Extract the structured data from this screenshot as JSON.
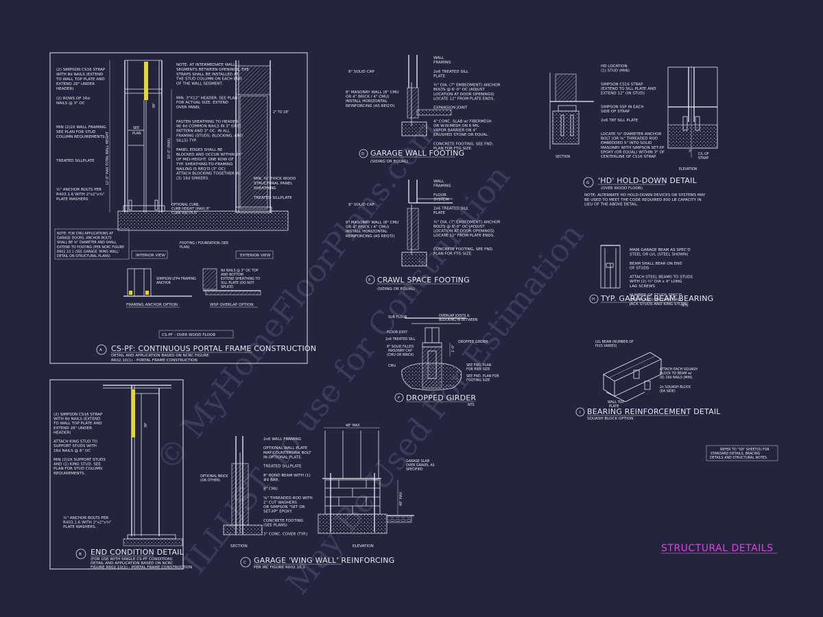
{
  "watermark": {
    "line1": "© MyHomeFloorPlans.com",
    "line2": "ILLUST. to use for Construction",
    "line3": "May Be Used For Estimation"
  },
  "sheet_title": "STRUCTURAL DETAILS",
  "general_note": {
    "line1": "REFER TO \"SD\" SHEET(S) FOR",
    "line2": "STANDARD DETAILS, BRACING",
    "line3": "DETAILS AND STRUCTURAL NOTES."
  },
  "detail_a": {
    "letter": "A",
    "title": "CS-PF: CONTINUOUS PORTAL FRAME CONSTRUCTION",
    "sub1": "DETAIL AND APPLICATION BASED ON NCRC FIGURE",
    "sub2": "R602.10(1) - PORTAL FRAME CONSTRUCTION",
    "view_interior": "INTERIOR VIEW",
    "view_exterior": "EXTERIOR VIEW",
    "opt_framing": "FRAMING ANCHOR OPTION",
    "opt_wsp": "WSP OVERLAP OPTION",
    "opt_caption": "CS-PF - OVER WOOD FLOOR",
    "notes_left": [
      "(2) SIMPSON CS16 STRAP",
      "WITH 8d NAILS (EXTEND",
      "TO WALL TOP PLATE AND",
      "EXTEND 28\" UNDER",
      "HEADER)",
      "",
      "(2) ROWS OF 16d",
      "NAILS @ 3\" OC",
      "",
      "",
      "",
      "",
      "MIN (2)2X WALL FRAMING.",
      "SEE PLAN FOR STUD",
      "COLUMN REQUIREMENTS.",
      "",
      "",
      "",
      "",
      "TREATED SILLPLATE",
      "",
      "",
      "",
      "",
      "",
      "½\" ANCHOR BOLTS PER",
      "R403.1.6 WITH 2\"x2\"x¾\"",
      "PLATE WASHERS"
    ],
    "note_box": [
      "NOTE: FOR CMU APPLICATIONS AT",
      "GARAGE DOORS, ANCHOR BOLTS",
      "SHALL BE ⅝\" DIAMETER AND SHALL",
      "EXTEND TO FOOTING (PER NCRC FIGURE",
      "R602.10.1 (SEE GARAGE 'WING WALL'",
      "DETAIL ON STRUCTURAL PLANS)"
    ],
    "notes_mid": [
      "NOTE: AT INTERMEDIATE WALL",
      "SEGMENTS BETWEEN OPENINGS, THE",
      "STRAPS SHALL BE INSTALLED AT",
      "THE STUD COLUMN ON EACH END",
      "OF THE WALL SEGMENT.",
      "",
      "",
      "MIN. 3\"X12\" HEADER. SEE PLAN",
      "FOR ACTUAL SIZE. EXTEND",
      "OVER PANEL",
      "",
      "",
      "FASTEN SHEATHING TO HEADER",
      "W/ 8d COMMON NAILS IN 3\" GRID",
      "PATTERN AND 3\" OC. IN ALL",
      "FRAMING (STUDS, BLOCKING, AND",
      "SILLS) TYP.",
      "",
      "PANEL EDGES SHALL BE",
      "BLOCKED AND OCCUR WITHIN 24\"",
      "OF MID-HEIGHT. ONE ROW OF",
      "TYP. SHEATHING-TO-FRAMING",
      "NAILING IS REQ'D (3\" OC)",
      "ATTACH BLOCKING TOGETHER W/",
      "(3) 16d SINKERS."
    ],
    "notes_right": [
      "MIN. ⅜\" THICK WOOD",
      "STRUCTURAL PANEL",
      "SHEATHING",
      "",
      "TREATED SILLPLATE"
    ],
    "label_see_plan": "SEE",
    "label_plan": "PLAN",
    "label_wall_height": "12'-0\" MAX TOTAL WALL HEIGHT",
    "label_10ft": "10'-0\" (MAX)",
    "label_2to18": "2\" TO 18\"",
    "label_38": "38\"",
    "label_opt_curb": "OPTIONAL CURB,",
    "label_curb_height": "CURB HEIGHT (MAX) 8\"",
    "label_curb_width": "CURB WIDTH 8\"",
    "label_footing": "FOOTING / FOUNDATION (SEE",
    "label_footing2": "PLAN)",
    "label_lt4": "SIMPSON LTP4 FRAMING",
    "label_lt4b": "ANCHOR",
    "label_8d1": "8d NAILS @ 3\" OC TOP",
    "label_8d2": "AND BOTTOM",
    "label_8d3": "EXTEND SHEATHING TO",
    "label_8d4": "SILL PLATE (DO NOT",
    "label_8d5": "SPLICE)"
  },
  "detail_b": {
    "letter": "B",
    "title": "END CONDITION DETAIL",
    "sub1": "(FOR USE WITH SINGLE CS-PF CONDITION)",
    "sub2": "DETAIL AND APPLICATION BASED ON NCRC",
    "sub3": "FIGURE R602.10(1) - PORTAL FRAME CONSTRUCTION",
    "notes": [
      "(2) SIMPSON CS16 STRAP",
      "WITH 8d NAILS (EXTEND",
      "TO WALL TOP PLATE AND",
      "EXTEND 28\" UNDER",
      "HEADER)",
      "",
      "ATTACH KING STUD TO",
      "SUPPORT STUDS WITH",
      "16d NAILS @ 8\" OC",
      "",
      "MIN (2)2X SUPPORT STUDS",
      "AND (1) KING STUD. SEE",
      "PLAN FOR STUD COLUMN",
      "REQUIREMENTS."
    ],
    "notes_bottom": [
      "½\" ANCHOR BOLTS PER",
      "R403.1.6 WITH 2\"x2\"x¾\"",
      "PLATE WASHERS."
    ],
    "label_38": "38\""
  },
  "detail_c": {
    "letter": "C",
    "title": "GARAGE 'WING WALL' REINFORCING",
    "sub1": "PER IRC FIGURE R602.10.1",
    "label_section": "SECTION",
    "label_elevation": "ELEVATION",
    "label_48max": "48\" MAX",
    "label_48max_v": "48\" MAX",
    "notes": [
      "2x6 WALL FRAMING",
      "",
      "OPTIONAL WALL PLATE",
      "MAY COUNTERSINK BOLT",
      "IN OPTIONAL PLATE.",
      "",
      "TREATED SILLPLATE",
      "",
      "8\" BOND BEAM WITH (1)",
      "#4 BAR.",
      "",
      "8\" CMU",
      "",
      "⅝\" THREADED ROD WITH",
      "2\" CUT WASHERS",
      "OR SIMPSON \"SET OR",
      "SET-XP\" EPOXY.",
      "",
      "CONCRETE FOOTING",
      "(SEE PLANS)",
      "",
      "3\" CONC. COVER (TYP.)"
    ],
    "label_opt_brick": "OPTIONAL BRICK",
    "label_opt_brick2": "(OR OTHER)",
    "label_slab": "GARAGE SLAB",
    "label_slab2": "OVER GRAVEL AS",
    "label_slab3": "SPECIFIED"
  },
  "detail_d": {
    "letter": "D",
    "title": "GARAGE WALL FOOTING",
    "sub1": "(SIDING OR EQUAL)",
    "label_solid_cap": "8\" SOLID CAP",
    "left_notes": [
      "8\" MASONRY WALL (8\" CMU",
      "OR 4\" BRICK / 4\" CMU)",
      "INSTALL HORIZONTAL",
      "REINFORCING (AS REQ'D)"
    ],
    "right_notes": [
      "WALL",
      "FRAMING",
      "",
      "2x6 TREATED SILL",
      "PLATE",
      "",
      "½\" DIA. (7\" EMBEDMENT) ANCHOR",
      "BOLTS @ 6'-0\" OC (ADJUST",
      "LOCATION AT DOOR OPENINGS)",
      "LOCATE 12\" FROM PLATE ENDS.",
      "",
      "EXPANSION JOINT",
      "",
      "",
      "4\" CONC. SLAB w/ FIBERMESH",
      "OR W.W.MESH ON 6 MIL",
      "VAPOR BARRIER ON 4\"",
      "CRUSHED STONE OR EQUAL.",
      "",
      "CONCRETE FOOTING, SEE FND.",
      "PLAN FOR FTG SIZE."
    ]
  },
  "detail_e": {
    "letter": "E",
    "title": "CRAWL SPACE FOOTING",
    "sub1": "(SIDING OR EQUAL)",
    "label_solid_cap": "8\" SOLID CAP",
    "left_notes": [
      "8\" MASONRY WALL (8\" CMU",
      "OR 4\" BRICK / 4\" CMU)",
      "INSTALL HORIZONTAL",
      "REINFORCING (AS REQ'D)"
    ],
    "right_notes": [
      "WALL",
      "FRAMING",
      "",
      "FLOOR",
      "SYSTEM",
      "",
      "2x6 TREATED SILL",
      "PLATE",
      "",
      "½\" DIA. (7\" EMBEDMENT) ANCHOR",
      "BOLTS @ 6'-0\" OC (ADJUST",
      "LOCATION AT DOOR OPENINGS)",
      "LOCATE 12\" FROM PLATE ENDS.",
      "",
      "",
      "CONCRETE FOOTING, SEE FND.",
      "PLAN FOR FTG SIZE."
    ]
  },
  "detail_f": {
    "letter": "F",
    "title": "DROPPED GIRDER",
    "sub1": "NTS",
    "label_subfloor": "SUB FLOOR",
    "label_joist": "FLOOR JOIST",
    "label_sill": "2x6 TREATED SILL",
    "label_solid1": "8\" SOLID FILLED",
    "label_solid2": "MASONRY CAP",
    "label_solid3": "(CMU OR BRICK)",
    "label_cmu": "CMU",
    "label_overlap1": "OVERLAP JOISTS &",
    "label_overlap2": "BLOCKING IN BETWEEN",
    "label_girder": "DROPPED GIRDER",
    "label_pier1": "SEE FND. PLAN",
    "label_pier2": "FOR PIER SIZE",
    "label_ftg1": "SEE FND. PLAN FOR",
    "label_ftg2": "FOOTING SIZE",
    "label_dim": "1'-0\""
  },
  "detail_g": {
    "letter": "G",
    "title": "'HD' HOLD-DOWN DETAIL",
    "sub1": "(OVER WOOD FLOOR)",
    "label_section": "SECTION",
    "label_elevation": "ELEVATION",
    "notes": [
      "HD LOCATION",
      "(1) STUD (MIN)",
      "",
      "",
      "SIMPSON CS16 STRAP",
      "(EXTEND TO SILL PLATE AND",
      "EXTEND 12\" ON STUD)",
      "",
      "",
      "SIMPSON SSP IN EACH",
      "SIDE OF STRAP",
      "",
      "2x6 TRT SILL PLATE",
      "",
      "",
      "LOCATE ⅝\" DIAMETER ANCHOR",
      "BOLT (OR ⅝\" THREADED ROD",
      "EMBEDDED 5\" INTO SOLID",
      "MASONRY WITH SIMPSON SET-XP",
      "EPOXY (OR EQUAL) WITHIN 3\" OF",
      "CENTERLINE OF CS16 STRAP."
    ],
    "label_dim1": "3\"",
    "label_dim2": "C/L OF",
    "label_dim3": "STRAP",
    "note": [
      "NOTE: ALTERNATE HD HOLD-DOWN DEVICES OR SYSTEMS MAY",
      "BE USED TO MEET THE CODE REQUIRED 800 LB CAPACITY IN",
      "LIEU OF THE ABOVE DETAIL."
    ]
  },
  "detail_h": {
    "letter": "H",
    "title": "TYP. GARAGE BEAM BEARING",
    "sub1": "NTS",
    "notes": [
      "MAIN GARAGE BEAM AS SPEC'D",
      "STEEL OR LVL (STEEL SHOWN)",
      "",
      "BEAM SHALL BEAR ON END",
      "OF STUDS",
      "",
      "ATTACH STEEL BEAMS TO STUDS",
      "WITH (2) ½\" DIA x 4\" LONG",
      "LAG SCREWS",
      "",
      "NUMBER OF STUDS SPEC'D",
      "(SEE PLANS) INCLUDES ALL",
      "JACK STUDS AND KING STUDS"
    ]
  },
  "detail_i": {
    "letter": "I",
    "title": "BEARING REINFORCEMENT DETAIL",
    "sub1": "SQUASH BLOCK OPTION",
    "label_lvl1": "LVL BEAM (NUMBER OF",
    "label_lvl2": "PLYS VARIES)",
    "label_attach1": "ATTACH EACH SQUASH",
    "label_attach2": "BLOCK TO BEAM w/",
    "label_attach3": "(6) 16d NAILS (MIN)",
    "label_squash1": "2x SQUASH BLOCK",
    "label_squash2": "(EA SIDE)",
    "label_wall1": "WALL TOP",
    "label_wall2": "PLATE"
  }
}
